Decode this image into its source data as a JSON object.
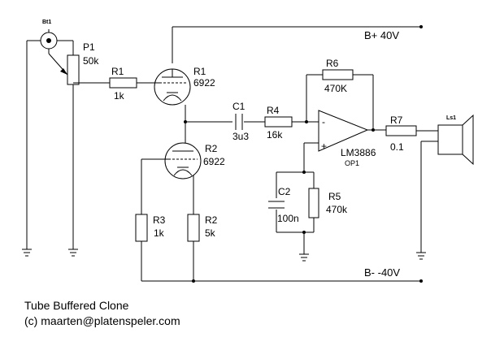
{
  "labels": {
    "bt1": "Bt1",
    "p1_name": "P1",
    "p1_value": "50k",
    "r1_name": "R1",
    "r1_value": "1k",
    "tube_r1_name": "R1",
    "tube_r1_type": "6922",
    "tube_r2_name": "R2",
    "tube_r2_type": "6922",
    "c1_name": "C1",
    "c1_value": "3u3",
    "r4_name": "R4",
    "r4_value": "16k",
    "r6_name": "R6",
    "r6_value": "470K",
    "opamp_minus": "-",
    "opamp_plus": "+",
    "opamp_type": "LM3886",
    "opamp_name": "OP1",
    "r7_name": "R7",
    "r7_value": "0.1",
    "ls1": "Ls1",
    "c2_name": "C2",
    "c2_value": "100n",
    "r5_name": "R5",
    "r5_value": "470k",
    "r3_name": "R3",
    "r3_value": "1k",
    "r2_name": "R2",
    "r2_value": "5k",
    "rail_pos": "B+ 40V",
    "rail_neg": "B- -40V"
  },
  "footer": {
    "title": "Tube Buffered Clone",
    "copyright": "(c) maarten@platenspeler.com"
  }
}
